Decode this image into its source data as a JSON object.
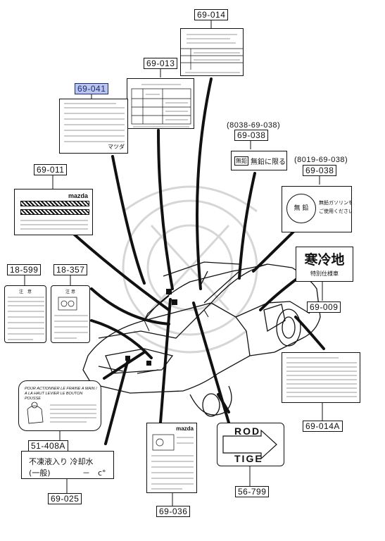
{
  "labels": {
    "p69_014": "69-014",
    "p69_013": "69-013",
    "p69_041": "69-041",
    "p69_038_a_code": "(8038-69-038)",
    "p69_038_a": "69-038",
    "p69_038_b_code": "(8019-69-038)",
    "p69_038_b": "69-038",
    "p69_011": "69-011",
    "p18_599": "18-599",
    "p18_357": "18-357",
    "p69_009": "69-009",
    "p69_014a": "69-014A",
    "p51_408a": "51-408A",
    "p69_025": "69-025",
    "p69_036": "69-036",
    "p56_799": "56-799"
  },
  "stickers": {
    "s69_011_brand": "mazda",
    "s69_036_brand": "mazda",
    "s69_041_brand": "マツダ",
    "s69_038a_box": "無鉛",
    "s69_038a_text": "無鉛に限る",
    "s69_038b_circle": "無 鉛",
    "s69_038b_line1": "無鉛ガソリンを",
    "s69_038b_line2": "ご使用ください。",
    "s69_009_main": "寒冷地",
    "s69_009_sub": "特別仕様車",
    "s69_025_line1": "不凍液入り 冷却水",
    "s69_025_line2_left": "(一般)",
    "s69_025_line2_right": "－　c°",
    "s51_408a_text": "POUR ACTIONNER LE FRAINE A MAIN / A LA HAUT LEVIER LE BOUTON POUSSE",
    "s56_799_top": "ROD",
    "s56_799_bottom": "TIGE",
    "s18_599_title": "注　意",
    "s18_357_title": "注 意"
  }
}
